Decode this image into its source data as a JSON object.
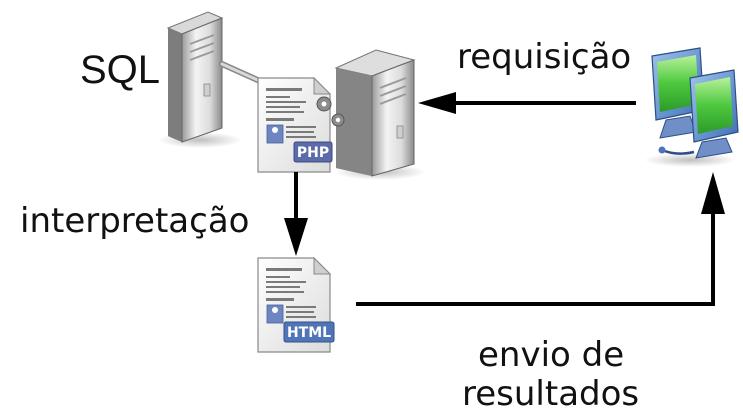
{
  "labels": {
    "sql": "SQL",
    "requisicao": "requisição",
    "interpretacao": "interpretação",
    "envio": "envio de",
    "resultados": "resultados"
  },
  "documents": {
    "php_badge": "PHP",
    "html_badge": "HTML"
  },
  "colors": {
    "arrow": "#000000",
    "badge_php": "#5b6aa8",
    "badge_html": "#4f75b8",
    "monitor_screen": "#58d04a"
  }
}
